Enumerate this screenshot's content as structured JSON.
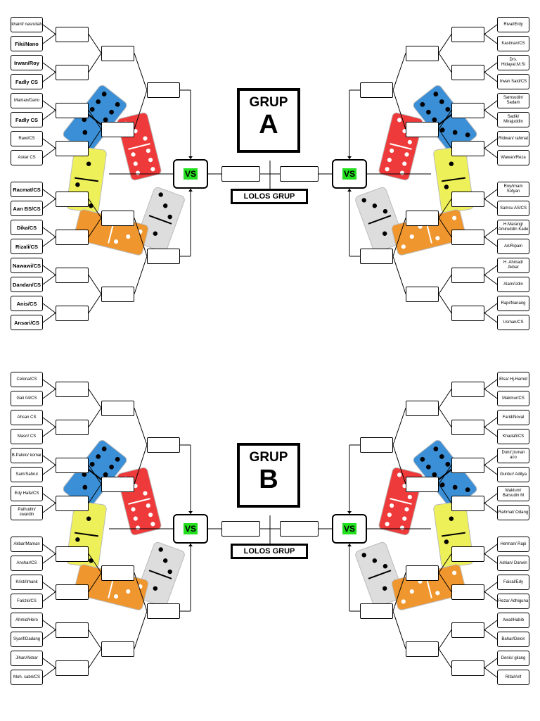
{
  "groups": [
    {
      "title_word": "GRUP",
      "letter": "A",
      "vs_label": "VS",
      "qualify_label": "LOLOS GRUP",
      "left_teams": [
        "khairil/ nasrullah",
        "Fiki/Nano",
        "Irwan/Roy",
        "Fadly CS",
        "Maman/Dano",
        "Fadly CS",
        "Rawi/CS",
        "Askar CS",
        "Racmat/CS",
        "Aan BS/CS",
        "Dika/CS",
        "Rizali/CS",
        "Nawawi/CS",
        "Dandan/CS",
        "Anis/CS",
        "Ansari/CS"
      ],
      "right_teams": [
        "Rivai/Erdy",
        "Kasiman/CS",
        "Drs. Hidayat.M.Si",
        "Irwan Said/CS",
        "Samsudin/ Sadam",
        "Sadik/ Mirajuddin",
        "Ridwan/ rahmat",
        "Wawan/Reza",
        "Roy/imam Sofyan",
        "Samsu AS/CS",
        "H.Marang/ Amiruddin Kade",
        "Ari/Ripain",
        "H. Ahmad/ Akbar",
        "Alam/Udin",
        "Rapi/Nanang",
        "Usman/CS"
      ]
    },
    {
      "title_word": "GRUP",
      "letter": "B",
      "vs_label": "VS",
      "qualify_label": "LOLOS GRUP",
      "left_teams": [
        "Celona/CS",
        "Gali 04/CS",
        "Ahsan CS",
        "Masri/ CS",
        "B.Palolo/ komar",
        "Sam/Sahrul",
        "Edy Hafe/CS",
        "Pathudin/ swardin",
        "Akbar/Maman",
        "Anshar/CS",
        "Kristi/Imank",
        "Farizki/CS",
        "Ahmid/Hero",
        "Syarif/Dadang",
        "Jihan/Akbar",
        "Moh. sabri/CS"
      ],
      "right_teams": [
        "Elsa/ Hj.Hamid",
        "Makmur/CS",
        "Farid/Noval",
        "Khadafi/CS",
        "Doni/ jisman aco",
        "Guntur/ Aditya",
        "Maklum/ Barsudin M",
        "Rahmat/ Odang",
        "Herman/ Rapi",
        "Adrian/ Darwin",
        "Faisal/Edy",
        "Reza/ Adhiguna",
        "Awal/Habib",
        "Bahar/Delon",
        "Denis/ gilang",
        "Rifai/Arif"
      ]
    }
  ],
  "colors": {
    "domino_blue": "#3b8fd6",
    "domino_red": "#ee3a3a",
    "domino_yellow": "#eef05a",
    "domino_orange": "#f0962e",
    "domino_gray": "#dddddd",
    "vs_green": "#22e01e"
  }
}
